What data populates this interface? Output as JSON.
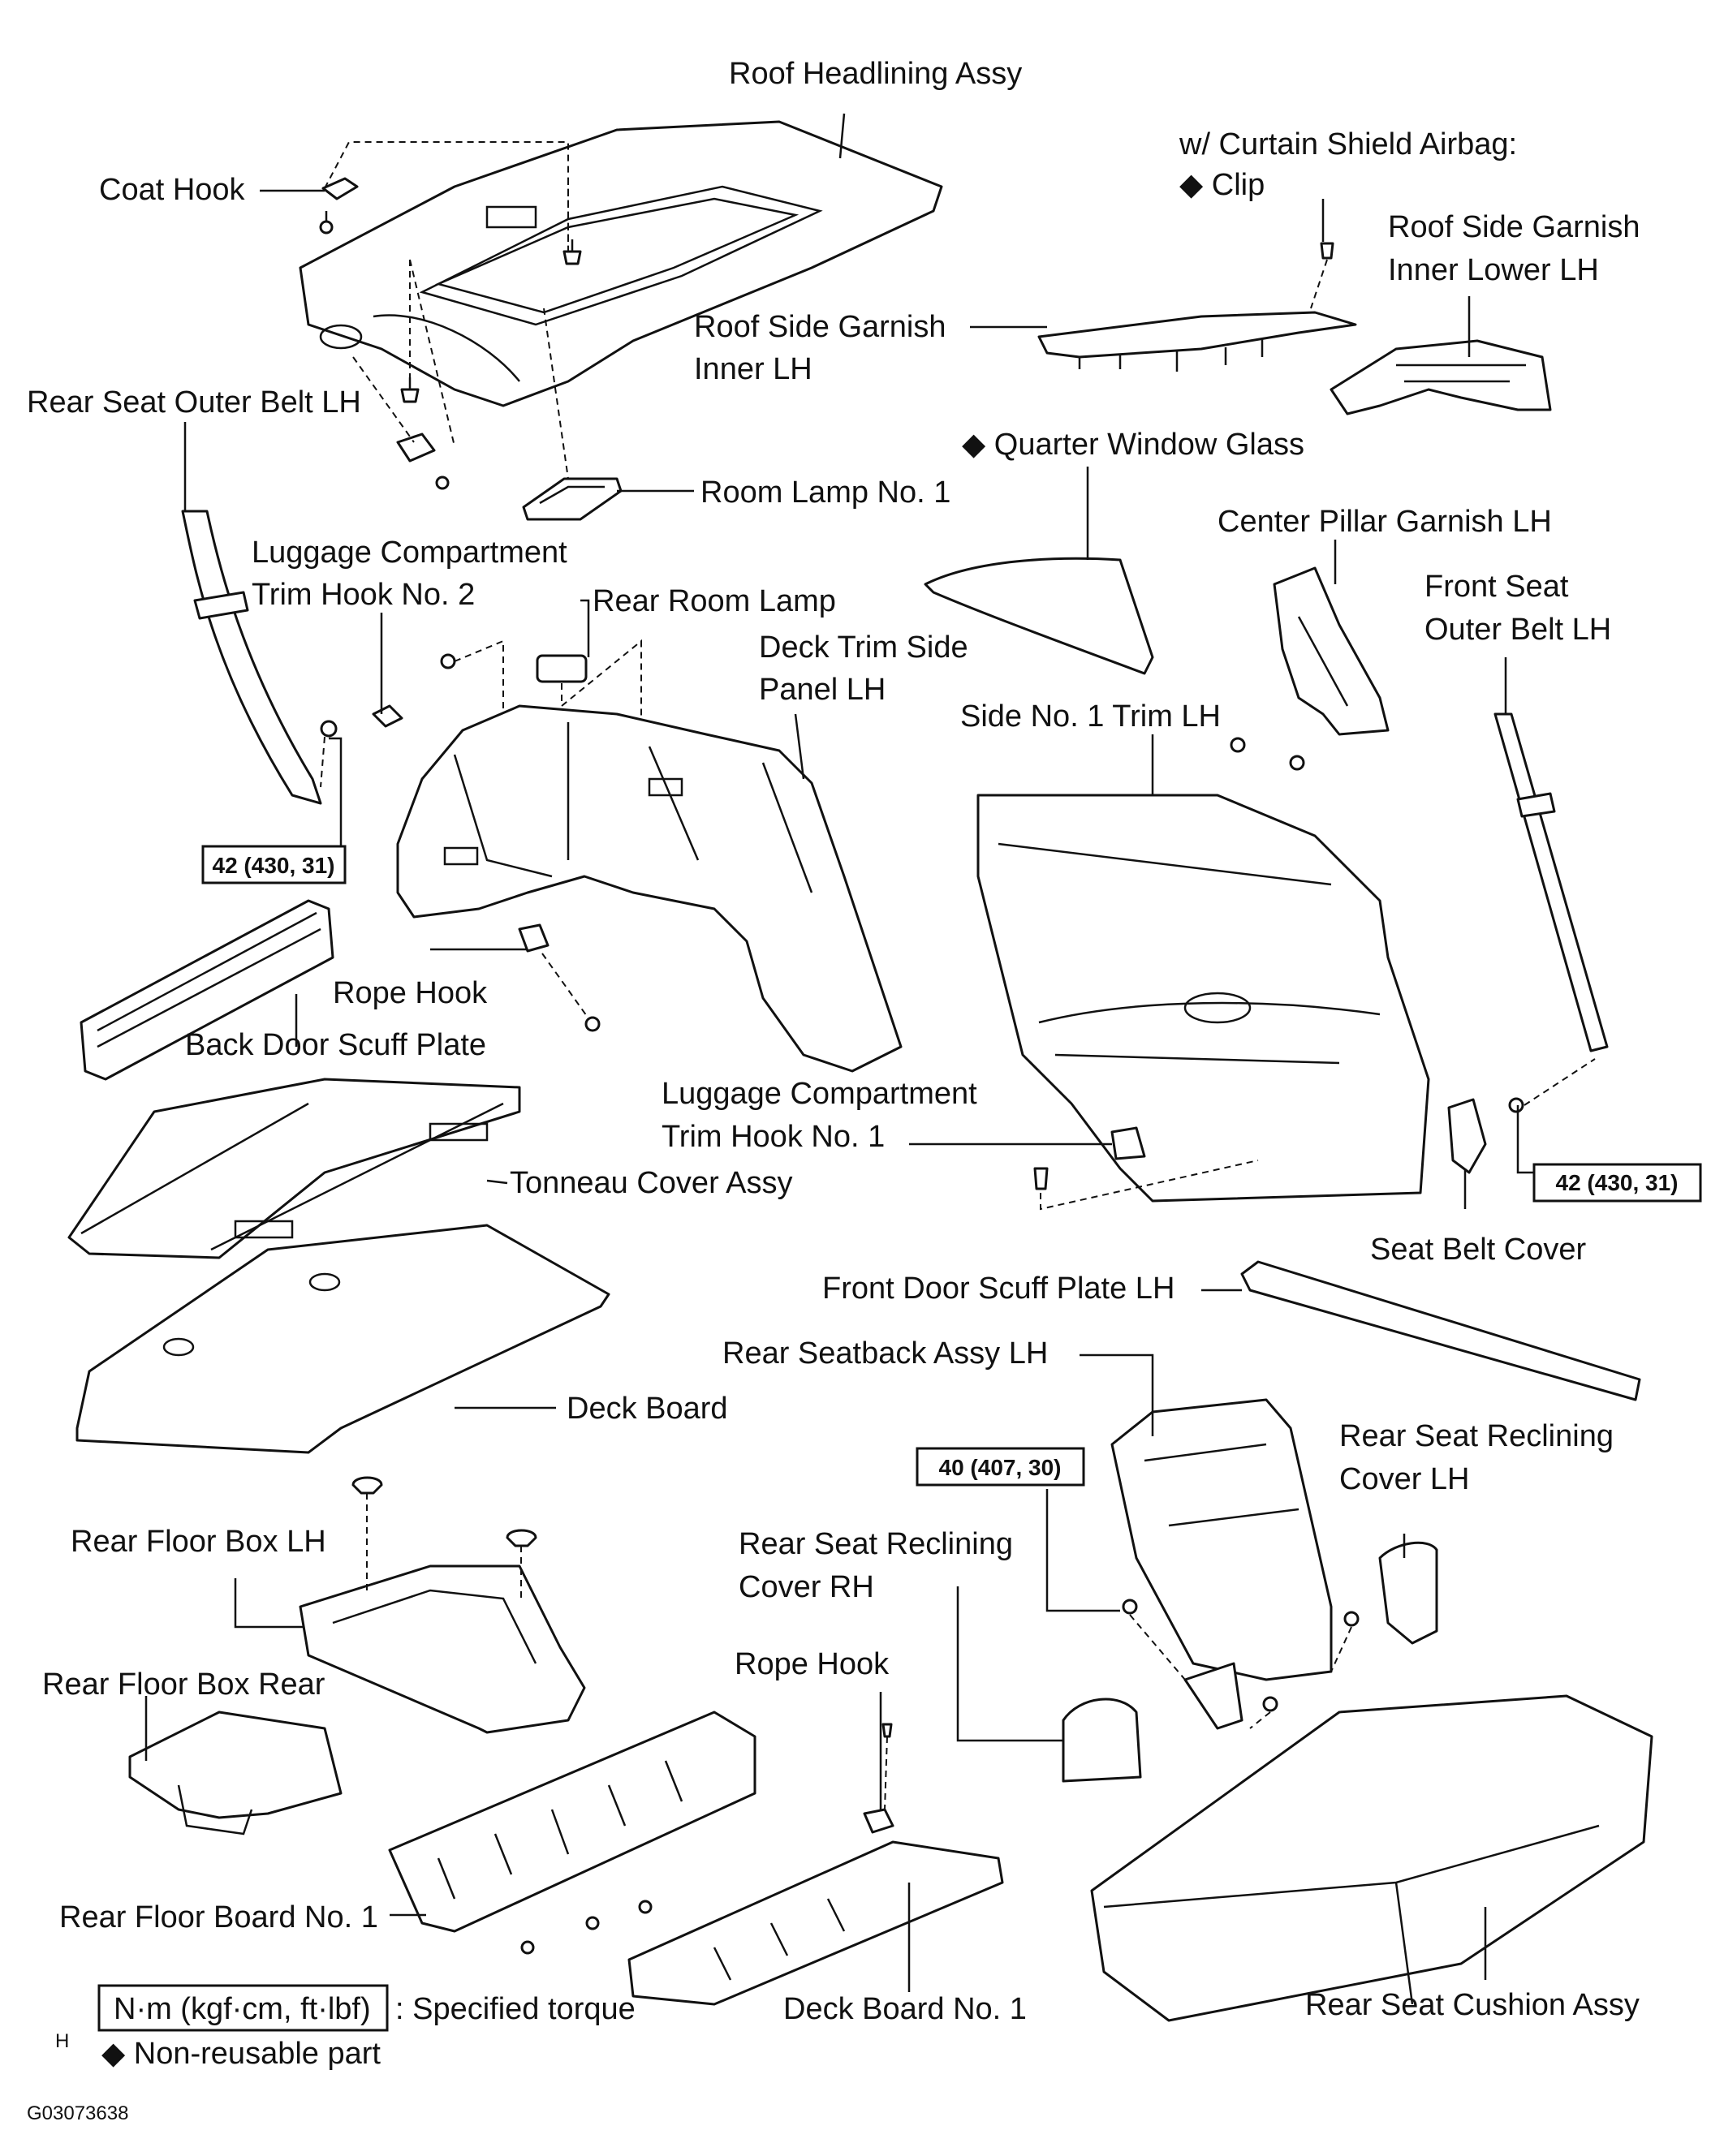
{
  "labels": {
    "roof_headlining_assy": "Roof Headlining Assy",
    "coat_hook": "Coat Hook",
    "curtain_airbag_l1": "w/ Curtain Shield Airbag:",
    "curtain_airbag_l2": "◆ Clip",
    "roof_side_garnish_lower_l1": "Roof Side Garnish",
    "roof_side_garnish_lower_l2": "Inner Lower LH",
    "roof_side_garnish_inner_l1": "Roof Side Garnish",
    "roof_side_garnish_inner_l2": "Inner LH",
    "rear_seat_outer_belt": "Rear Seat Outer Belt LH",
    "quarter_window_glass": "◆ Quarter Window Glass",
    "room_lamp_no1": "Room Lamp No. 1",
    "center_pillar_garnish": "Center Pillar Garnish LH",
    "luggage_hook_no2_l1": "Luggage Compartment",
    "luggage_hook_no2_l2": "Trim Hook No. 2",
    "rear_room_lamp": "Rear Room Lamp",
    "front_seat_outer_belt_l1": "Front Seat",
    "front_seat_outer_belt_l2": "Outer Belt LH",
    "deck_trim_side_panel_l1": "Deck Trim Side",
    "deck_trim_side_panel_l2": "Panel LH",
    "side_no1_trim": "Side No. 1 Trim LH",
    "rope_hook_upper": "Rope Hook",
    "back_door_scuff_plate": "Back Door Scuff Plate",
    "luggage_hook_no1_l1": "Luggage Compartment",
    "luggage_hook_no1_l2": "Trim Hook No. 1",
    "tonneau_cover_assy": "Tonneau Cover Assy",
    "seat_belt_cover": "Seat Belt Cover",
    "front_door_scuff_plate": "Front Door Scuff Plate LH",
    "rear_seatback_assy": "Rear Seatback Assy LH",
    "deck_board": "Deck Board",
    "rear_seat_reclining_cover_lh_l1": "Rear Seat Reclining",
    "rear_seat_reclining_cover_lh_l2": "Cover LH",
    "rear_floor_box_lh": "Rear Floor Box LH",
    "rear_seat_reclining_cover_rh_l1": "Rear Seat Reclining",
    "rear_seat_reclining_cover_rh_l2": "Cover RH",
    "rope_hook_lower": "Rope Hook",
    "rear_floor_box_rear": "Rear Floor Box Rear",
    "rear_floor_board_no1": "Rear Floor Board No. 1",
    "deck_board_no1": "Deck Board No. 1",
    "rear_seat_cushion_assy": "Rear Seat Cushion Assy"
  },
  "torque_specs": {
    "rear_belt": "42 (430, 31)",
    "front_belt": "42 (430, 31)",
    "seatback": "40 (407, 30)"
  },
  "legend": {
    "torque_box": "N·m (kgf·cm, ft·lbf)",
    "torque_text": ": Specified torque",
    "nonreusable": "◆ Non-reusable part"
  },
  "page_letter": "H",
  "figure_id": "G03073638"
}
